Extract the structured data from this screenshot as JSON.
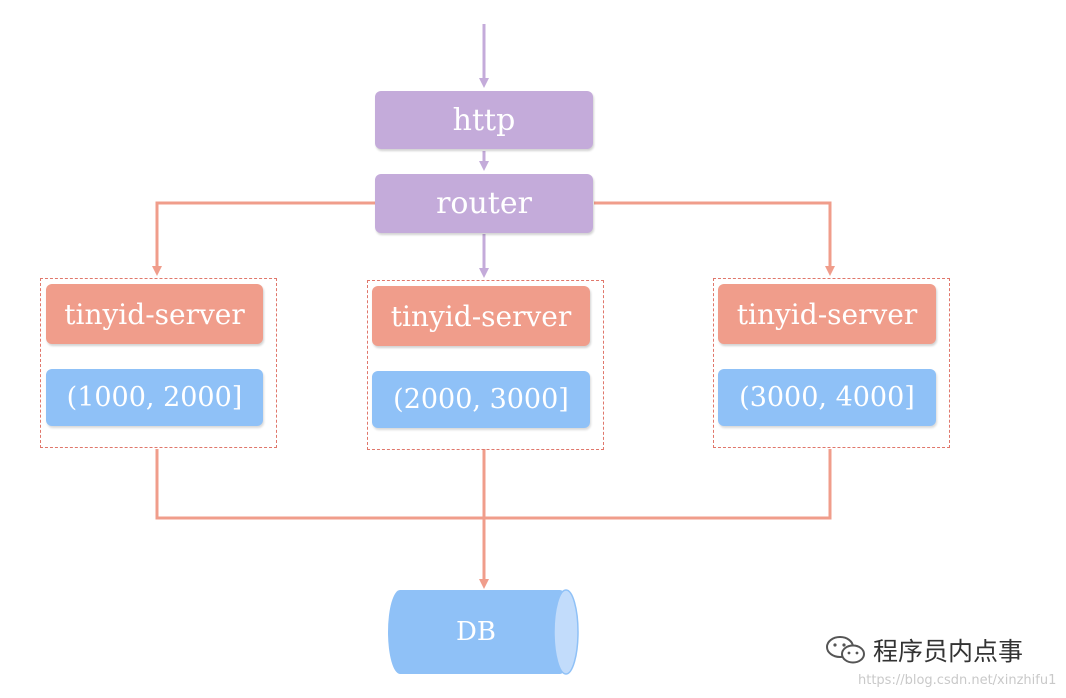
{
  "diagram": {
    "nodes": {
      "http": "http",
      "router": "router",
      "servers": [
        {
          "name": "tinyid-server",
          "range": "(1000, 2000]"
        },
        {
          "name": "tinyid-server",
          "range": "(2000, 3000]"
        },
        {
          "name": "tinyid-server",
          "range": "(3000, 4000]"
        }
      ],
      "db": "DB"
    },
    "colors": {
      "request_path": "#c4abda",
      "server_path": "#f09d8b",
      "server_box": "#f09d8b",
      "range_box": "#8fc1f7",
      "db": "#8fc1f7",
      "dashed_group": "#e0776b"
    }
  },
  "watermark": {
    "brand": "程序员内点事",
    "url": "https://blog.csdn.net/xinzhifu1"
  }
}
